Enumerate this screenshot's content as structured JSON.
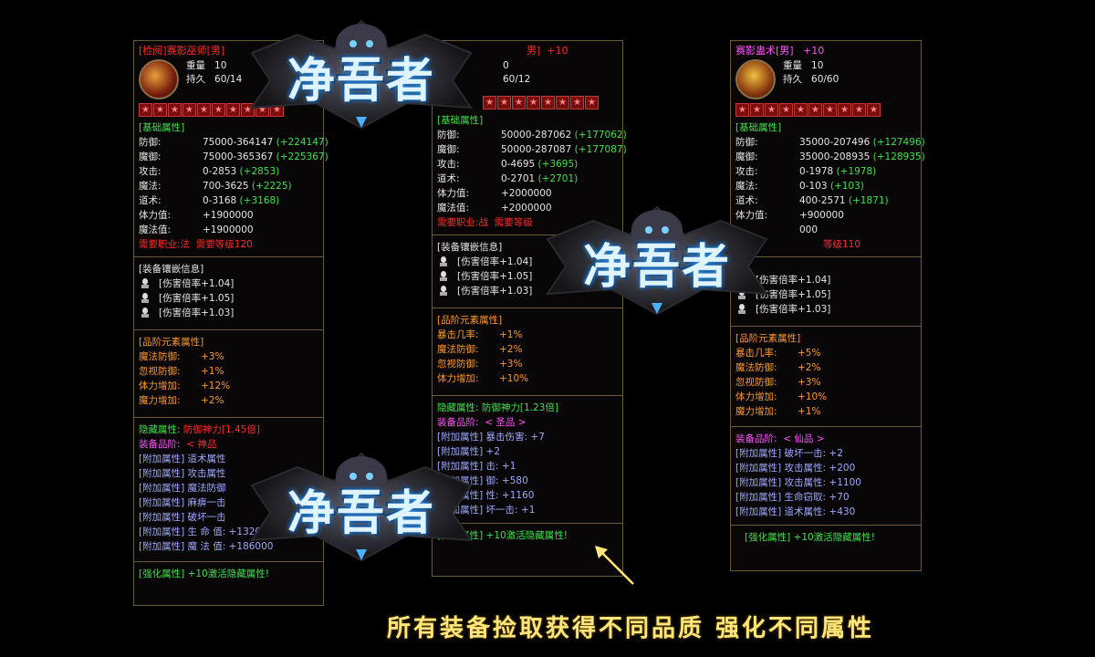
{
  "panel1": {
    "title": "[检阅]赛影巫师[男]",
    "weight_label": "重量",
    "weight_value": "10",
    "durability_label": "持久",
    "durability_value": "60/14",
    "stars": 10,
    "basic_header": "[基础属性]",
    "basic": [
      {
        "label": "防御:",
        "value": "75000-364147",
        "bonus": "(+224147)"
      },
      {
        "label": "魔御:",
        "value": "75000-365367",
        "bonus": "(+225367)"
      },
      {
        "label": "攻击:",
        "value": "0-2853",
        "bonus": "(+2853)"
      },
      {
        "label": "魔法:",
        "value": "700-3625",
        "bonus": "(+2225)"
      },
      {
        "label": "道术:",
        "value": "0-3168",
        "bonus": "(+3168)"
      },
      {
        "label": "体力值:",
        "value": "+1900000",
        "bonus": ""
      },
      {
        "label": "魔法值:",
        "value": "+1900000",
        "bonus": ""
      }
    ],
    "req_job": "需要职业:法",
    "req_level": "需要等级120",
    "inlay_header": "[装备镶嵌信息]",
    "inlay": [
      "[伤害倍率+1.04]",
      "[伤害倍率+1.05]",
      "[伤害倍率+1.03]"
    ],
    "element_header": "[品阶元素属性]",
    "element": [
      {
        "label": "魔法防御:",
        "value": "+3%"
      },
      {
        "label": "忽视防御:",
        "value": "+1%"
      },
      {
        "label": "体力增加:",
        "value": "+12%"
      },
      {
        "label": "魔力增加:",
        "value": "+2%"
      }
    ],
    "hidden_label": "隐藏属性:",
    "hidden_value": "防御神力[1.45倍]",
    "grade_label": "装备品阶:",
    "grade_value": "< 神品",
    "extra": [
      {
        "label": "[附加属性]",
        "text": "道术属性"
      },
      {
        "label": "[附加属性]",
        "text": "攻击属性"
      },
      {
        "label": "[附加属性]",
        "text": "魔法防御"
      },
      {
        "label": "[附加属性]",
        "text": "麻痹一击"
      },
      {
        "label": "[附加属性]",
        "text": "破坏一击"
      },
      {
        "label": "[附加属性]",
        "text": "生 命 值: +132000"
      },
      {
        "label": "[附加属性]",
        "text": "魔 法 值: +186000"
      }
    ],
    "enhance": "[强化属性] +10激活隐藏属性!"
  },
  "panel2": {
    "title": "男]",
    "plus": "+10",
    "weight_value": "0",
    "durability_value": "60/12",
    "stars": 8,
    "basic_header": "[基础属性]",
    "basic": [
      {
        "label": "防御:",
        "value": "50000-287062",
        "bonus": "(+177062)"
      },
      {
        "label": "魔御:",
        "value": "50000-287087",
        "bonus": "(+177087)"
      },
      {
        "label": "攻击:",
        "value": "0-4695",
        "bonus": "(+3695)"
      },
      {
        "label": "道术:",
        "value": "0-2701",
        "bonus": "(+2701)"
      },
      {
        "label": "体力值:",
        "value": "+2000000",
        "bonus": ""
      },
      {
        "label": "魔法值:",
        "value": "+2000000",
        "bonus": ""
      }
    ],
    "req_job": "需要职业:战",
    "req_level": "需要等级",
    "inlay_header": "[装备镶嵌信息]",
    "inlay": [
      "[伤害倍率+1.04]",
      "[伤害倍率+1.05]",
      "[伤害倍率+1.03]"
    ],
    "element_header": "[品阶元素属性]",
    "element": [
      {
        "label": "暴击几率:",
        "value": "+1%"
      },
      {
        "label": "魔法防御:",
        "value": "+2%"
      },
      {
        "label": "忽视防御:",
        "value": "+3%"
      },
      {
        "label": "体力增加:",
        "value": "+10%"
      }
    ],
    "hidden_label": "隐藏属性:",
    "hidden_value": "防御神力[1.23倍]",
    "grade_label": "装备品阶:",
    "grade_value": "< 圣品 >",
    "extra": [
      {
        "label": "[附加属性]",
        "text": "暴击伤害: +7"
      },
      {
        "label": "[附加属性]",
        "text": "+2"
      },
      {
        "label": "[附加属性]",
        "text": "击: +1"
      },
      {
        "label": "[附加属性]",
        "text": "御: +580"
      },
      {
        "label": "[附加属性]",
        "text": "性: +1160"
      },
      {
        "label": "[附加属性]",
        "text": "坏一击: +1"
      }
    ],
    "enhance": "[强化属性] +10激活隐藏属性!"
  },
  "panel3": {
    "title": "赛影蛊术[男]",
    "plus": "+10",
    "weight_label": "重量",
    "weight_value": "10",
    "durability_label": "持久",
    "durability_value": "60/60",
    "stars": 10,
    "basic_header": "[基础属性]",
    "basic": [
      {
        "label": "防御:",
        "value": "35000-207496",
        "bonus": "(+127496)"
      },
      {
        "label": "魔御:",
        "value": "35000-208935",
        "bonus": "(+128935)"
      },
      {
        "label": "攻击:",
        "value": "0-1978",
        "bonus": "(+1978)"
      },
      {
        "label": "魔法:",
        "value": "0-103",
        "bonus": "(+103)"
      },
      {
        "label": "道术:",
        "value": "400-2571",
        "bonus": "(+1871)"
      },
      {
        "label": "体力值:",
        "value": "+900000",
        "bonus": ""
      },
      {
        "label": "",
        "value": "000",
        "bonus": ""
      }
    ],
    "req_level": "等级110",
    "inlay": [
      "[伤害倍率+1.04]",
      "[伤害倍率+1.05]",
      "[伤害倍率+1.03]"
    ],
    "element_header": "[品阶元素属性]",
    "element": [
      {
        "label": "暴击几率:",
        "value": "+5%"
      },
      {
        "label": "魔法防御:",
        "value": "+2%"
      },
      {
        "label": "忽视防御:",
        "value": "+3%"
      },
      {
        "label": "体力增加:",
        "value": "+10%"
      },
      {
        "label": "魔力增加:",
        "value": "+1%"
      }
    ],
    "grade_label": "装备品阶:",
    "grade_value": "< 仙品 >",
    "extra": [
      {
        "label": "[附加属性]",
        "text": "破坏一击: +2"
      },
      {
        "label": "[附加属性]",
        "text": "攻击属性: +200"
      },
      {
        "label": "[附加属性]",
        "text": "攻击属性: +1100"
      },
      {
        "label": "[附加属性]",
        "text": "生命窃取: +70"
      },
      {
        "label": "[附加属性]",
        "text": "道术属性: +430"
      }
    ],
    "enhance": "[强化属性] +10激活隐藏属性!"
  },
  "logo_text": "净吾者",
  "caption": "所有装备捡取获得不同品质 强化不同属性",
  "colors": {
    "border": "#6b5a3a",
    "bonus": "#3fe24b",
    "hidden": "#3fe24b",
    "red": "#ff2a2a",
    "orange": "#ff9a2a",
    "cyan": "#9fa8ff",
    "magenta": "#ff55ff",
    "caption": "#ffe67a"
  },
  "icons": [
    "item-icon",
    "star-icon",
    "gem-icon",
    "arrow-icon",
    "logo-emblem"
  ]
}
